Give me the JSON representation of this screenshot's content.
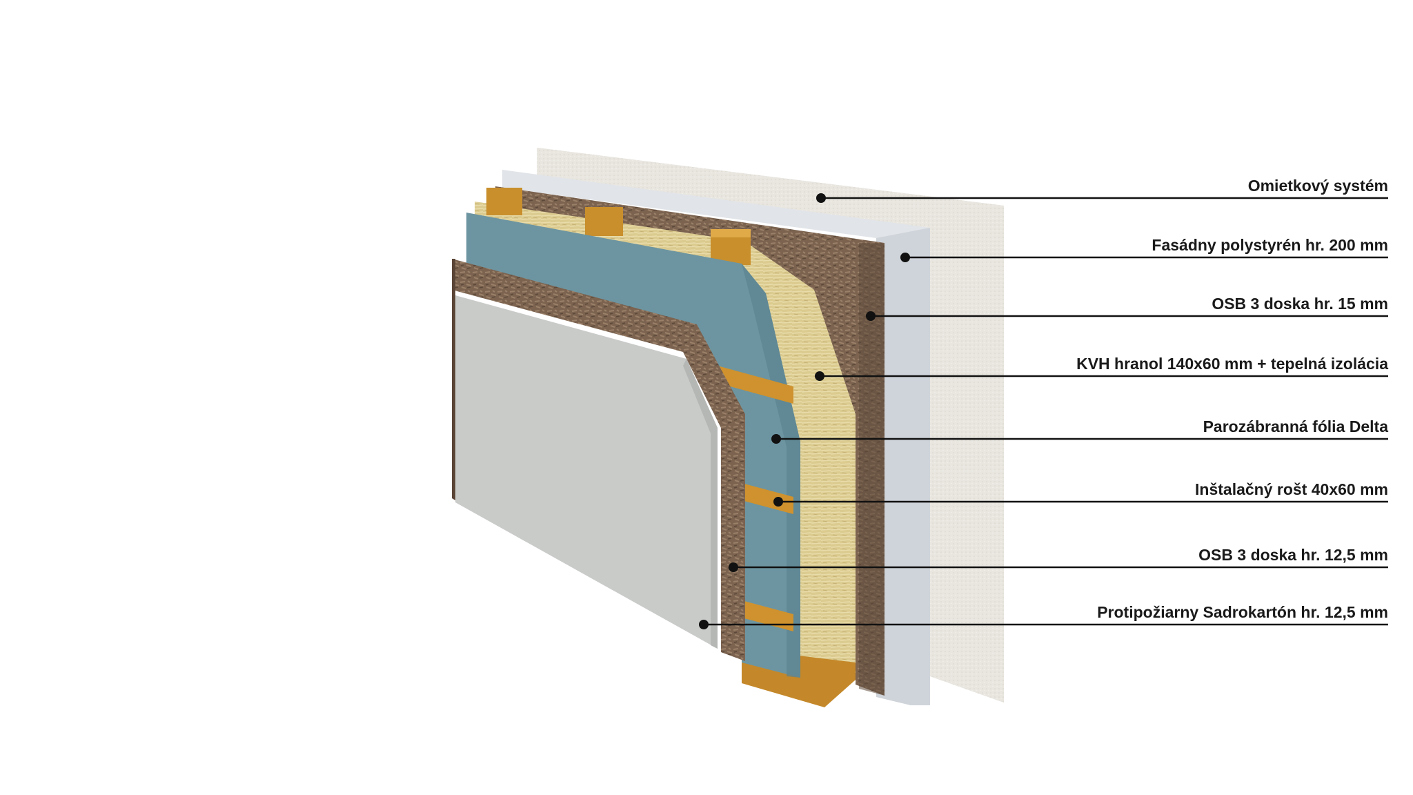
{
  "diagram": {
    "layers": [
      {
        "id": "render",
        "label": "Omietkový systém",
        "color": "#ece8e0"
      },
      {
        "id": "eps",
        "label": "Fasádny polystyrén hr. 200 mm",
        "color": "#dfe2e6"
      },
      {
        "id": "osb-outer",
        "label": "OSB 3 doska hr. 15 mm",
        "color": "#7d6450"
      },
      {
        "id": "kvh-insul",
        "label": "KVH hranol 140x60 mm + tepelná izolácia",
        "color": "#dccd92"
      },
      {
        "id": "vapor",
        "label": "Parozábranná fólia Delta",
        "color": "#6f97a2"
      },
      {
        "id": "battens",
        "label": "Inštalačný rošt 40x60 mm",
        "color": "#c98f2c"
      },
      {
        "id": "osb-inner",
        "label": "OSB 3 doska hr. 12,5 mm",
        "color": "#7a6250"
      },
      {
        "id": "gypsum",
        "label": "Protipožiarny Sadrokartón hr. 12,5 mm",
        "color": "#c7c9c7"
      }
    ]
  }
}
